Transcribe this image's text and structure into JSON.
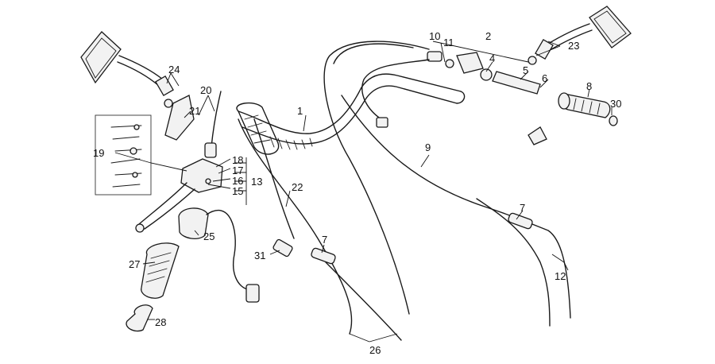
{
  "labels": {
    "l1": "1",
    "l2": "2",
    "l4": "4",
    "l5": "5",
    "l6": "6",
    "l7a": "7",
    "l7b": "7",
    "l8": "8",
    "l9": "9",
    "l10": "10",
    "l11": "11",
    "l12": "12",
    "l13": "13",
    "l15": "15",
    "l16": "16",
    "l17": "17",
    "l18": "18",
    "l19": "19",
    "l20": "20",
    "l21": "21",
    "l22": "22",
    "l23": "23",
    "l24": "24",
    "l25": "25",
    "l26": "26",
    "l27": "27",
    "l28": "28",
    "l30": "30",
    "l31": "31"
  }
}
